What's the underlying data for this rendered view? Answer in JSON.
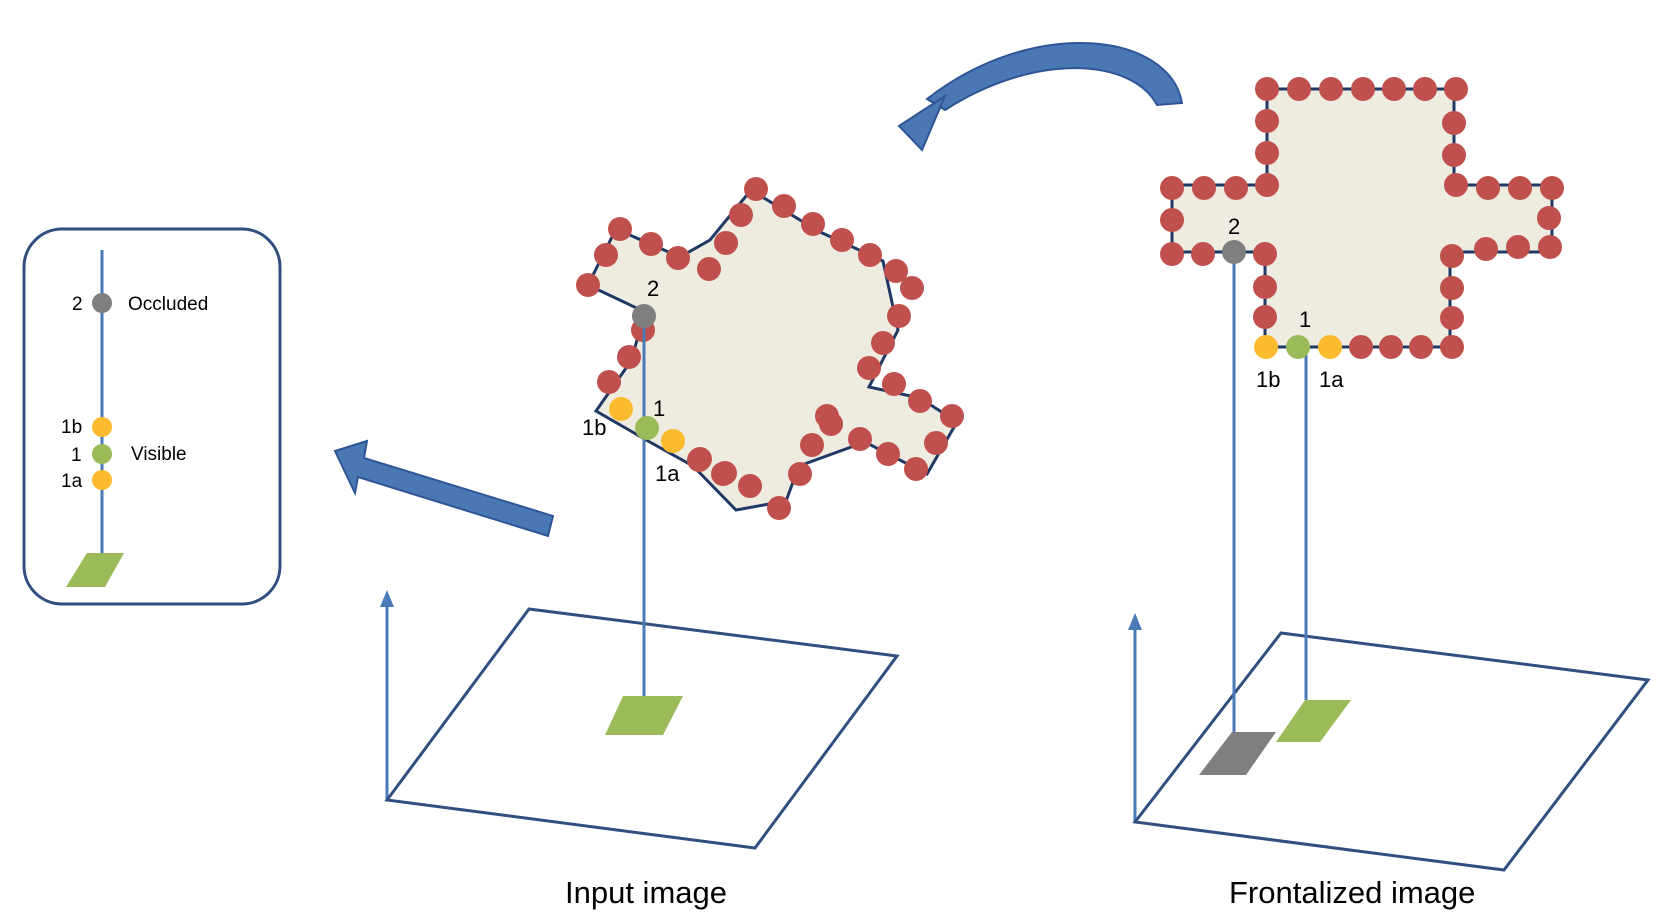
{
  "colors": {
    "line": "#4a7ab8",
    "outline": "#203864",
    "red_point": "#c0504d",
    "yellow_point": "#fcba2f",
    "green_point": "#9bbb59",
    "gray_point": "#7f7f7f",
    "shape_fill": "#eeece1",
    "arrow_fill": "#4a78b5",
    "panel_border": "#2f4f7f"
  },
  "legend": {
    "occluded_index": "2",
    "occluded_label": "Occluded",
    "visible_index": "1",
    "visible_label": "Visible",
    "neighbor_b": "1b",
    "neighbor_a": "1a"
  },
  "input_panel": {
    "caption": "Input image",
    "occluded_index": "2",
    "visible_index": "1",
    "neighbor_b": "1b",
    "neighbor_a": "1a"
  },
  "frontal_panel": {
    "caption": "Frontalized image",
    "occluded_index": "2",
    "visible_index": "1",
    "neighbor_b": "1b",
    "neighbor_a": "1a"
  }
}
